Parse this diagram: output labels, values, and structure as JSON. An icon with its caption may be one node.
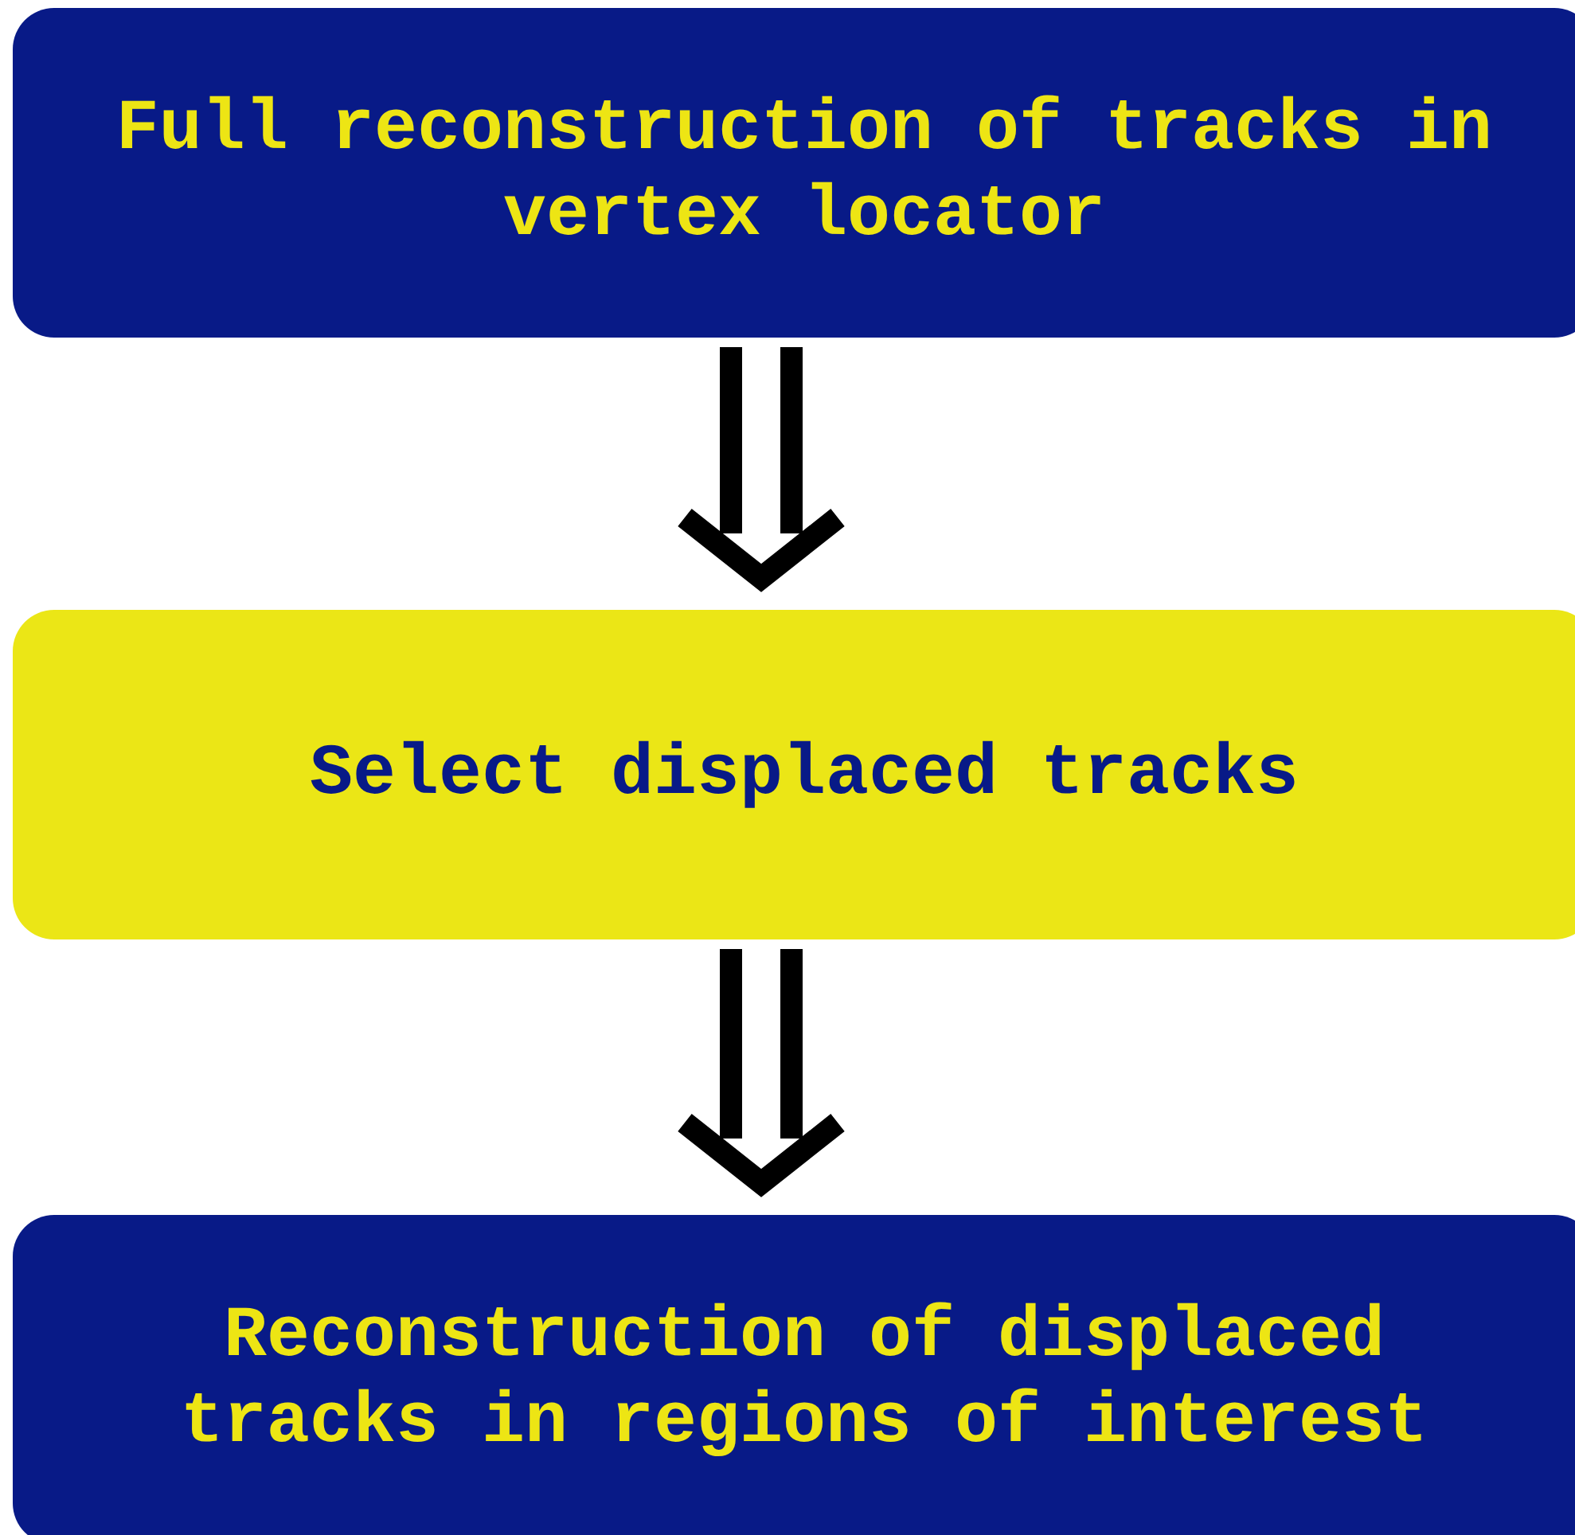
{
  "diagram": {
    "nodes": [
      {
        "text": [
          "Full reconstruction of tracks in vertex locator"
        ]
      },
      {
        "text": [
          "Select displaced tracks"
        ]
      },
      {
        "text": [
          "Reconstruction of displaced tracks in regions of interest"
        ]
      }
    ],
    "edges": [
      {
        "from": 0,
        "to": 1,
        "arrow": "to"
      },
      {
        "from": 1,
        "to": 2,
        "arrow": "to"
      }
    ]
  }
}
